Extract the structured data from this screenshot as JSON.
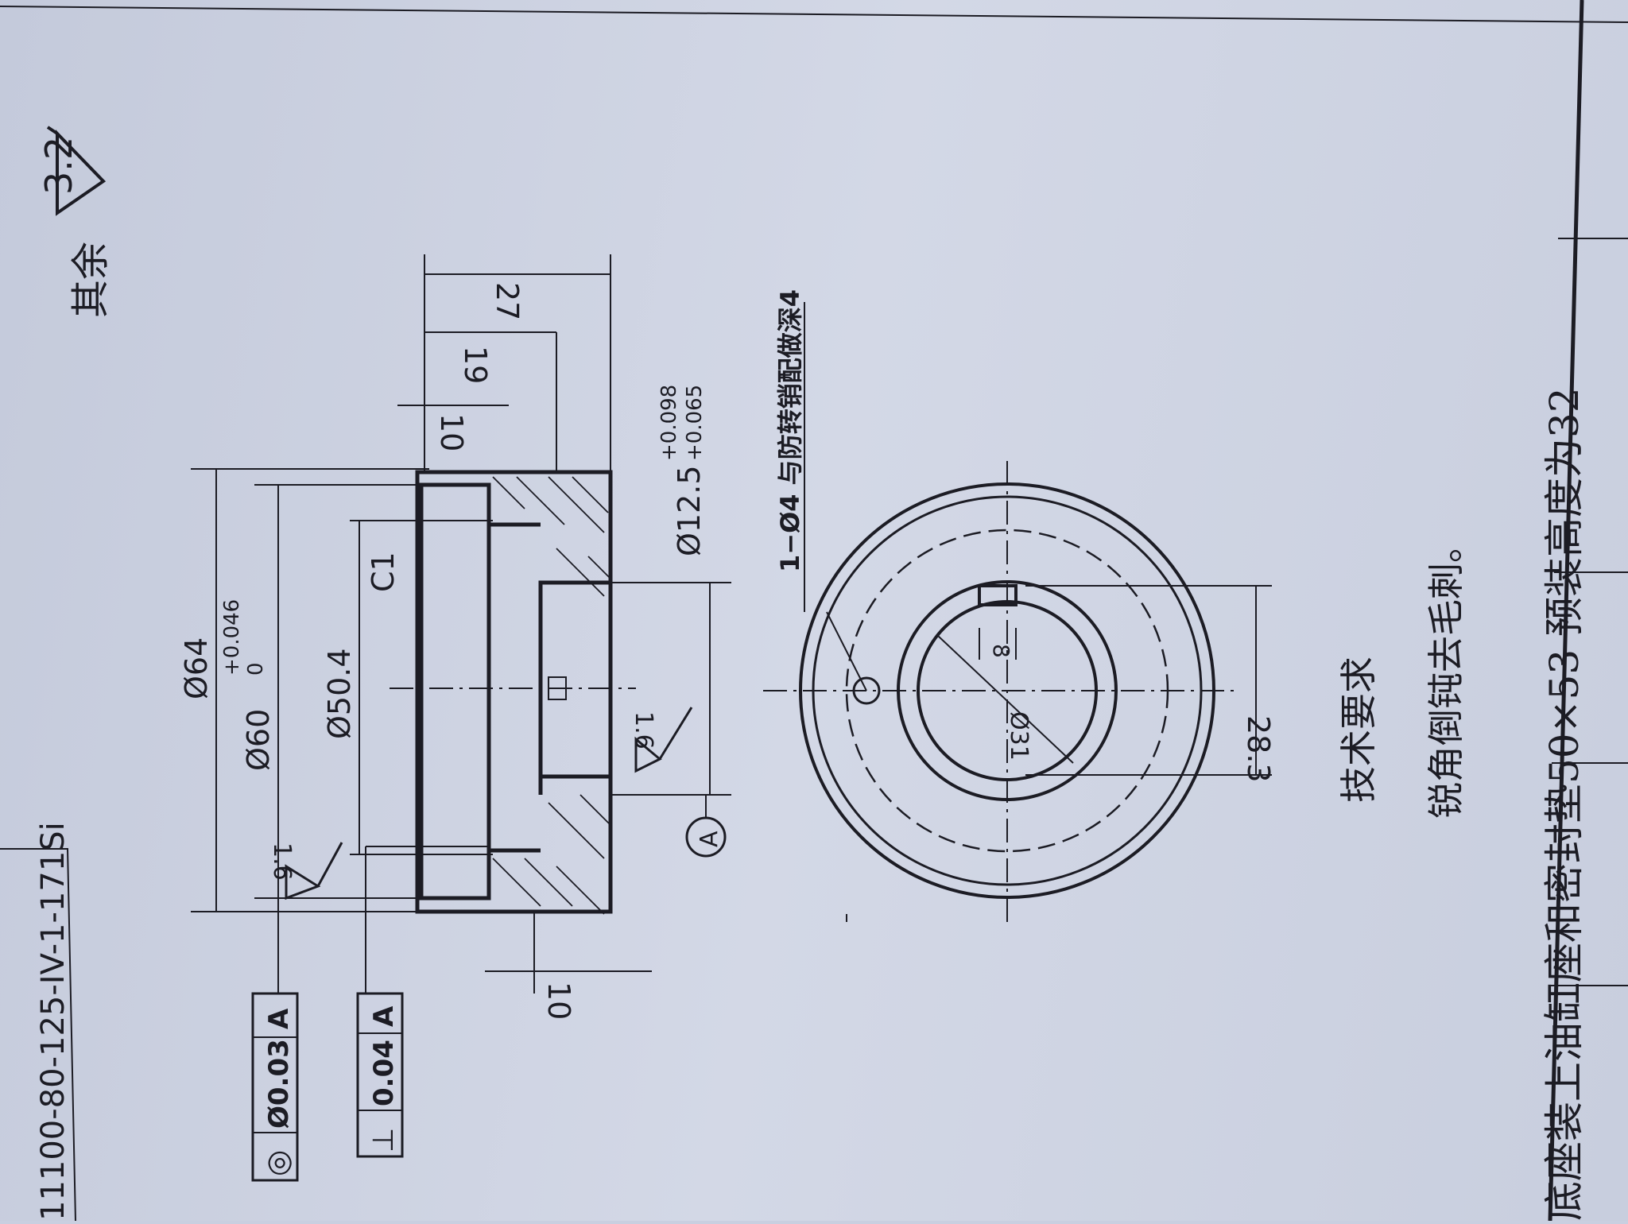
{
  "drawing_number": "11100-80-125-IV-1-171Si",
  "roughness": {
    "default_prefix": "其余",
    "default_value": "3.2",
    "local_value": "1.6"
  },
  "dimensions": {
    "d64": "Ø64",
    "d60": "Ø60",
    "d60_tol_upper": "+0.046",
    "d60_tol_lower": "0",
    "d50_4": "Ø50.4",
    "c1": "C1",
    "d12_5": "Ø12.5",
    "d12_5_tol_upper": "+0.098",
    "d12_5_tol_lower": "+0.065",
    "len27": "27",
    "len19": "19",
    "len10_top": "10",
    "len10_bottom": "10",
    "w28_3": "28.3",
    "d31": "Ø31",
    "key8": "8"
  },
  "datum": "A",
  "tolerance_frames": [
    {
      "symbol": "◎",
      "value": "Ø0.03",
      "datum": "A"
    },
    {
      "symbol": "⊥",
      "value": "0.04",
      "datum": "A"
    }
  ],
  "hole_note": "1−Ø4 与防转销配做深4",
  "tech_requirements": {
    "title": "技术要求",
    "item1": "锐角倒钝去毛刺。",
    "handwritten": "底座装上油缸座和密封垫50×53 预装高度为32"
  }
}
